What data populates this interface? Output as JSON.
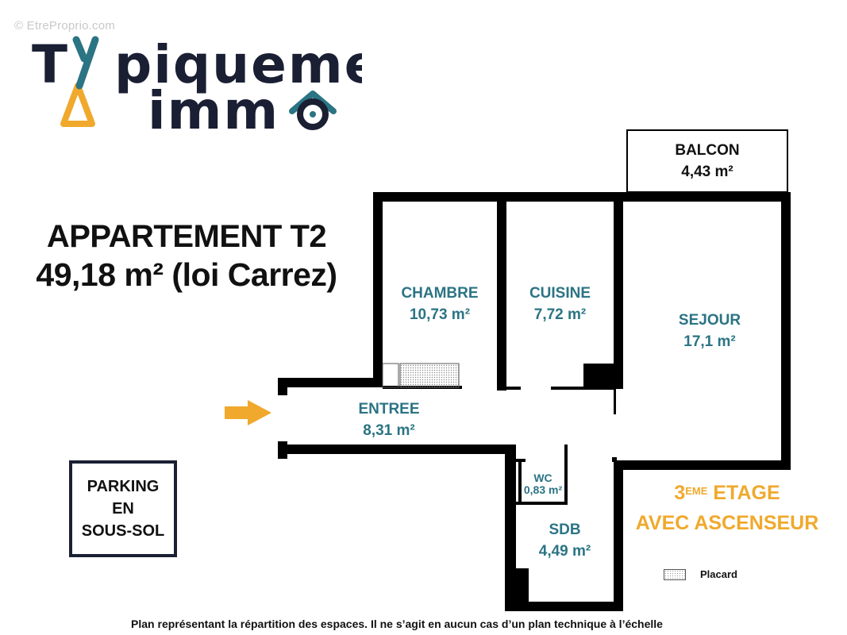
{
  "watermark": "© EtreProprio.com",
  "logo": {
    "line1": "Typiquement",
    "line2": "immo"
  },
  "title": {
    "line1": "APPARTEMENT T2",
    "line2": "49,18 m² (loi Carrez)"
  },
  "rooms": {
    "balcon": {
      "name": "BALCON",
      "area": "4,43 m²"
    },
    "chambre": {
      "name": "CHAMBRE",
      "area": "10,73 m²"
    },
    "cuisine": {
      "name": "CUISINE",
      "area": "7,72 m²"
    },
    "sejour": {
      "name": "SEJOUR",
      "area": "17,1 m²"
    },
    "entree": {
      "name": "ENTREE",
      "area": "8,31 m²"
    },
    "wc": {
      "name": "WC",
      "area": "0,83 m²"
    },
    "sdb": {
      "name": "SDB",
      "area": "4,49 m²"
    }
  },
  "parking": {
    "line1": "PARKING",
    "line2": "EN",
    "line3": "SOUS-SOL"
  },
  "floor": {
    "number": "3",
    "suffix": "EME",
    "word": "ETAGE",
    "line2": "AVEC ASCENSEUR"
  },
  "legend": {
    "placard": "Placard"
  },
  "footer": "Plan représentant la répartition des espaces. Il ne s’agit en aucun cas d’un plan technique à l’échelle",
  "colors": {
    "navy": "#1a1f33",
    "teal": "#2b7484",
    "orange": "#f0a92d",
    "wall": "#000000"
  }
}
